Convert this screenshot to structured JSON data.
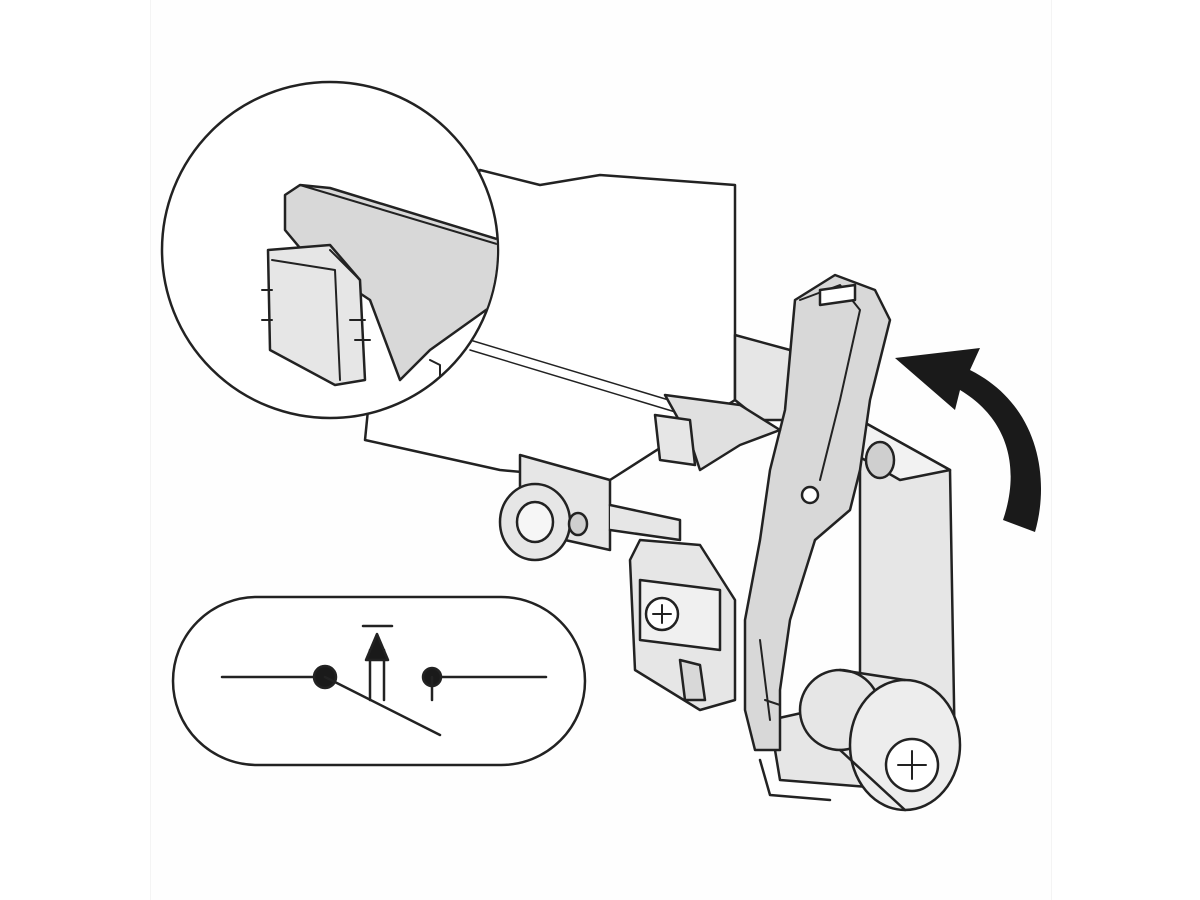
{
  "figure": {
    "description_kind": "technical-illustration",
    "colors": {
      "line": "#222222",
      "part_fill": "#e6e6e6",
      "part_shade": "#c8c8c8",
      "arrow": "#1a1a1a",
      "background": "#ffffff"
    },
    "icons": [
      "detail-magnifier-circle",
      "rotate-arrow",
      "contact-symbol-pill"
    ]
  }
}
